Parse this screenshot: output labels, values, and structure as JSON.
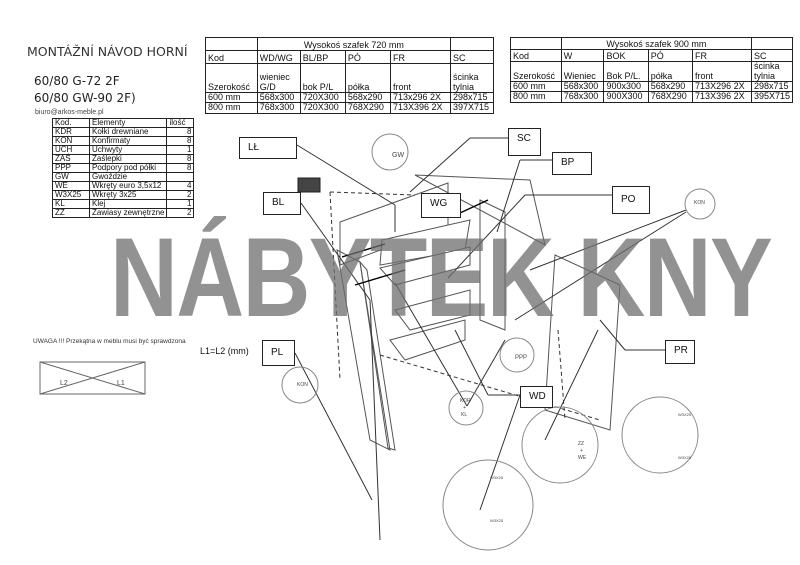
{
  "header": {
    "title": "MONTÁŽNÍ NÁVOD HORNÍ",
    "models": [
      "60/80 G-72  2F",
      "60/80 GW-90 2F)"
    ]
  },
  "table720": {
    "caption": "Wysokoś szafek 720 mm",
    "codes": [
      "Kod",
      "WD/WG",
      "BL/BP",
      "PÓ",
      "FR",
      "SC"
    ],
    "names": [
      "Szerokość",
      "wieniec G/D",
      "bok P/L",
      "półka",
      "front",
      "ścinka tylnia"
    ],
    "rows": [
      [
        "600 mm",
        "568x300",
        "720X300",
        "568x290",
        "713x296  2X",
        "298x715"
      ],
      [
        "800 mm",
        "768x300",
        "720X300",
        "768X290",
        "713X396  2X",
        "397X715"
      ]
    ]
  },
  "table900": {
    "caption": "Wysokoś szafek 900 mm",
    "codes": [
      "Kod",
      "W",
      "BOK",
      "PÓ",
      "FR",
      "SC"
    ],
    "names": [
      "Szerokość",
      "Wieniec",
      "Bok  P/L.",
      "półka",
      "front",
      "ścinka tylnia"
    ],
    "rows": [
      [
        "600 mm",
        "568x300",
        "900x300",
        "568x290",
        "713X296 2X",
        "298x715"
      ],
      [
        "800 mm",
        "768x300",
        "900X300",
        "768X290",
        "713X396 2X",
        "395X715"
      ]
    ]
  },
  "email": "biuro@arkos-meble.pl",
  "elements": {
    "headers": [
      "Kod.",
      "Elementy",
      "ilość"
    ],
    "rows": [
      [
        "KDR",
        "Kołki drewniane",
        "8"
      ],
      [
        "KON",
        "Konfirmaty",
        "8"
      ],
      [
        "UCH",
        "Uchwyty",
        "1"
      ],
      [
        "ZAŚ",
        "Zaślepki",
        "8"
      ],
      [
        "PPP",
        "Podpory pod półki",
        "8"
      ],
      [
        "GW",
        "Gwoździe",
        ""
      ],
      [
        "WE",
        "Wkręty euro 3,5x12",
        "4"
      ],
      [
        "W3X25",
        "Wkręty 3x25",
        "2"
      ],
      [
        "KL",
        "Klej",
        "1"
      ],
      [
        "ZZ",
        "Zawiasy zewnętrzne",
        "2"
      ]
    ]
  },
  "warning": "UWAGA !!! Przekątna w meblu musi być sprawdzona",
  "diagonal": {
    "l1": "L1",
    "l2": "L2",
    "formula": "L1=L2 (mm)"
  },
  "labels": {
    "lt": "LŁ",
    "sc": "SC",
    "bp": "BP",
    "po": "PO",
    "bl": "BL",
    "wg": "WG",
    "pl": "PL",
    "pr": "PR",
    "wd": "WD"
  },
  "callouts": {
    "gw": "GW",
    "kon1": "KON",
    "kon2": "KON",
    "ppp": "PPP",
    "kdr": "KDR",
    "plus": "+",
    "kl": "KL",
    "zz": "ZZ",
    "plus2": "+",
    "we": "WE",
    "w3a": "W3X25",
    "w3b": "W3X25",
    "w3c": "W3X25",
    "w3d": "W3X25"
  },
  "watermark": "NÁBYTEK KNY"
}
